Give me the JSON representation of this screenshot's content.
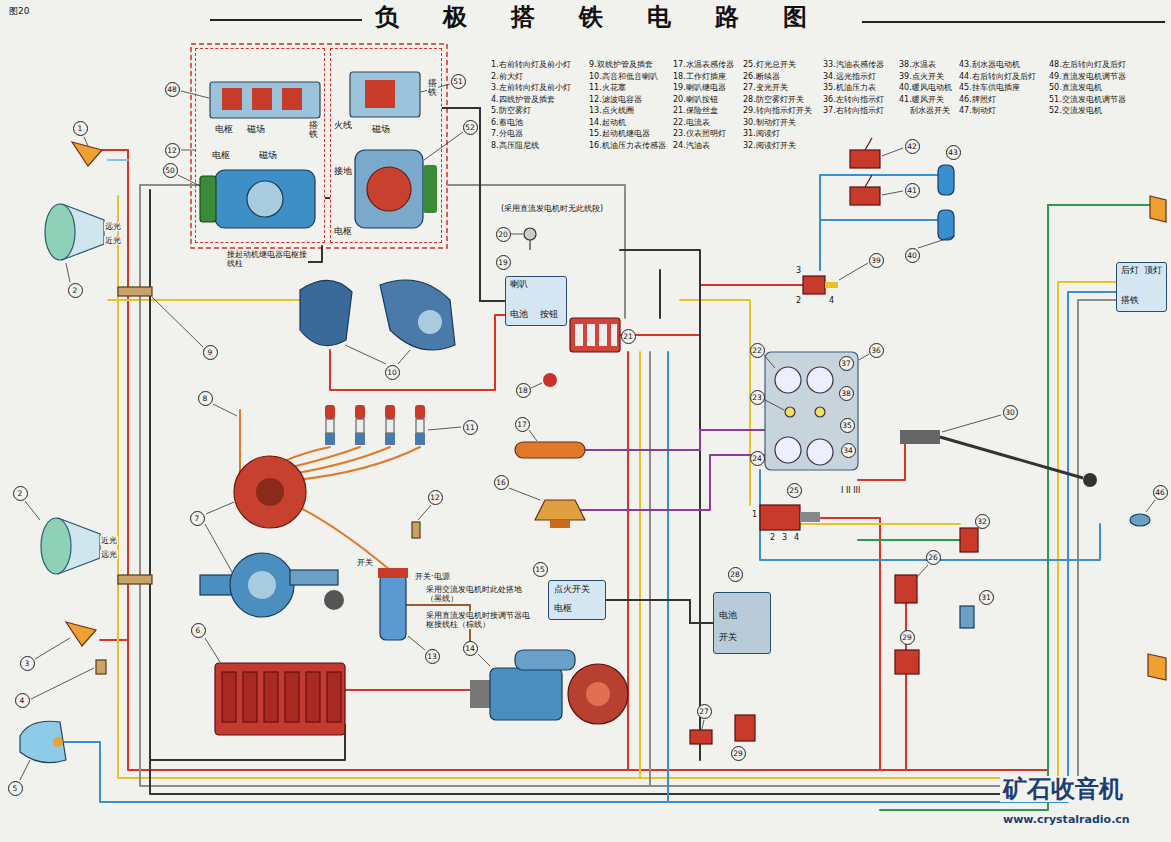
{
  "diagram": {
    "title": "负极搭铁电路图",
    "nodes": [
      {
        "text": [
          "电枢",
          "磁场",
          "搭铁",
          "电枢",
          "磁场"
        ]
      },
      {
        "text": [
          "火线",
          "搭铁",
          "磁场",
          "接地",
          "电枢"
        ]
      },
      {
        "text": [
          "喇叭",
          "电池",
          "按钮"
        ]
      },
      {
        "text": [
          "点火开关",
          "电枢"
        ]
      },
      {
        "text": [
          "电池",
          "开关"
        ]
      },
      {
        "text": [
          "后灯",
          "顶灯",
          "搭铁"
        ]
      }
    ],
    "edges": [
      {
        "from": 0,
        "to": 1,
        "arrow": "none"
      },
      {
        "from": 1,
        "to": 2,
        "arrow": "none"
      },
      {
        "from": 3,
        "to": 4,
        "arrow": "none"
      }
    ],
    "labels": [
      "图20",
      "1.右前转向灯及前小灯",
      "2.前大灯",
      "3.左前转向灯及前小灯",
      "4.四线护管及插套",
      "5.防空雾灯",
      "6.蓄电池",
      "7.分电器",
      "8.高压阻尼线",
      "9.双线护管及插套",
      "10.高音和低音喇叭",
      "11.火花塞",
      "12.滤波电容器",
      "13.点火线圈",
      "14.起动机",
      "15.起动机继电器",
      "16.机油压力表传感器",
      "17.水温表感传器",
      "18.工作灯插座",
      "19.喇叭继电器",
      "20.喇叭按钮",
      "21.保险丝盒",
      "22.电流表",
      "23.仪表照明灯",
      "24.汽油表",
      "25.灯光总开关",
      "26.断续器",
      "27.变光开关",
      "28.防空雾灯开关",
      "29.转向指示灯开关",
      "30.制动灯开关",
      "31.阅读灯",
      "32.阅读灯开关",
      "33.汽油表感传器",
      "34.远光指示灯",
      "35.机油压力表",
      "36.左转向指示灯",
      "37.右转向指示灯",
      "38.水温表",
      "39.点火开关",
      "40.暖风电动机",
      "41.暖风开关",
      "刮水器开关",
      "43.刮水器电动机",
      "44.右后转向灯及后灯",
      "45.挂车供电插座",
      "46.牌照灯",
      "47.制动灯",
      "48.左后转向灯及后灯",
      "49.直流发电机调节器",
      "50.直流发电机",
      "51.交流发电机调节器",
      "52.交流发电机",
      "1",
      "2",
      "2",
      "3",
      "4",
      "5",
      "6",
      "7",
      "8",
      "9",
      "10",
      "11",
      "12",
      "12",
      "13",
      "14",
      "15",
      "16",
      "17",
      "18",
      "19",
      "20",
      "21",
      "22",
      "23",
      "24",
      "25",
      "26",
      "27",
      "28",
      "29",
      "29",
      "30",
      "31",
      "32",
      "34",
      "35",
      "36",
      "37",
      "38",
      "39",
      "40",
      "41",
      "42",
      "43",
      "46",
      "48",
      "50",
      "51",
      "52",
      "远光",
      "近光",
      "近光",
      "远光",
      "(采用直流发电机时无此线段)",
      "接起动机继电器电枢接线柱",
      "开关",
      "开关·电源",
      "采用交流发电机时此处搭地（黑线）",
      "采用直流发电机时接调节器电枢接线柱（棕线）",
      "I II III",
      "1",
      "2",
      "3",
      "4",
      "3",
      "2",
      "4",
      "矿石收音机",
      "www.crystalradio.cn"
    ]
  }
}
